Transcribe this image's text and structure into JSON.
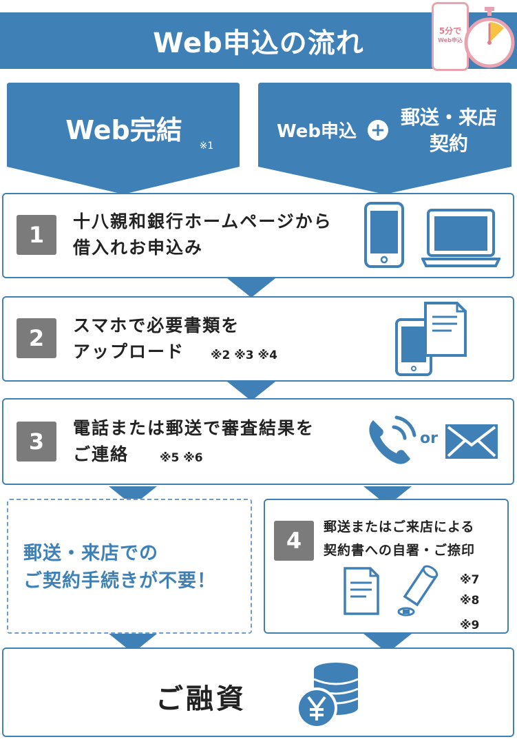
{
  "header": {
    "title": "Web申込の流れ",
    "badge_line1": "5分で",
    "badge_line2": "Web申込"
  },
  "columns": {
    "left": {
      "title": "Web完結",
      "note": "※1"
    },
    "right": {
      "part1": "Web申込",
      "plus": "+",
      "part2_line1": "郵送・来店",
      "part2_line2": "契約"
    }
  },
  "steps": [
    {
      "number": "1",
      "line1": "十八親和銀行ホームページから",
      "line2": "借入れお申込み",
      "notes": ""
    },
    {
      "number": "2",
      "line1": "スマホで必要書類を",
      "line2": "アップロード",
      "notes": "※2 ※3 ※4"
    },
    {
      "number": "3",
      "line1": "電話または郵送で審査結果を",
      "line2": "ご連絡",
      "notes": "※5 ※6",
      "or_label": "or"
    }
  ],
  "branch_left": {
    "line1": "郵送・来店での",
    "line2": "ご契約手続きが不要！"
  },
  "step4": {
    "number": "4",
    "line1": "郵送またはご来店による",
    "line2": "契約書への自署・ご捺印",
    "note1": "※7",
    "note2": "※8",
    "note3": "※9"
  },
  "final": {
    "label": "ご融資"
  },
  "colors": {
    "brand_blue": "#3f80b7",
    "number_gray": "#7b7b7b",
    "badge_pink": "#e9a3b0"
  },
  "icons": [
    "smartphone-icon",
    "laptop-icon",
    "document-upload-icon",
    "phone-call-icon",
    "envelope-icon",
    "contract-document-icon",
    "seal-stamp-icon",
    "yen-coins-icon",
    "stopwatch-icon"
  ]
}
